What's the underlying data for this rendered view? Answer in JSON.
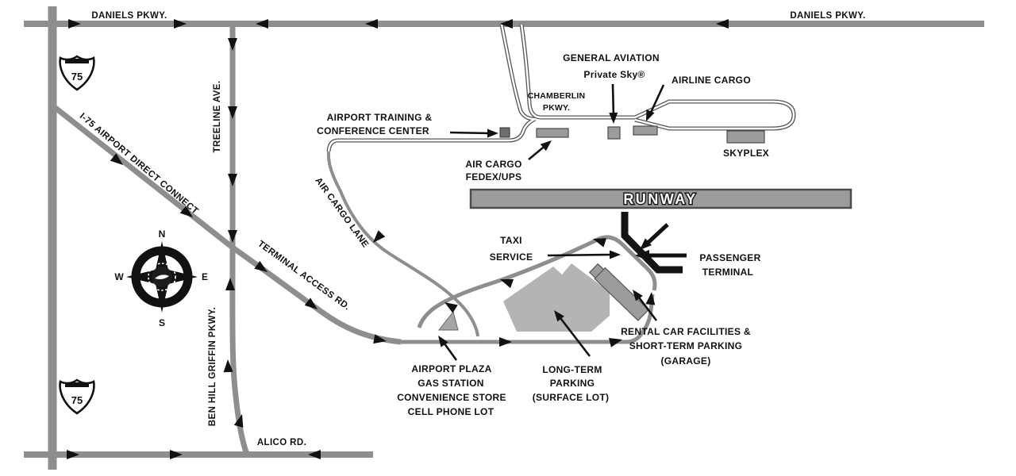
{
  "colors": {
    "road_gray": "#8e8e8e",
    "building_gray": "#b4b4b4",
    "garage_gray": "#9c9c9c",
    "runway_gray": "#9c9c9c",
    "ink": "#111111",
    "background": "#ffffff"
  },
  "roads": {
    "daniels_left": "DANIELS PKWY.",
    "daniels_right": "DANIELS PKWY.",
    "treeline": "TREELINE AVE.",
    "ben_hill_griffin": "BEN HILL GRIFFIN PKWY.",
    "alico": "ALICO RD.",
    "direct_connect": "I-75 AIRPORT DIRECT CONNECT",
    "terminal_access": "TERMINAL ACCESS RD.",
    "air_cargo_lane": "AIR CARGO LANE",
    "chamberlin_line1": "CHAMBERLIN",
    "chamberlin_line2": "PKWY."
  },
  "shield": {
    "number": "75"
  },
  "compass": {
    "north": "N",
    "east": "E",
    "south": "S",
    "west": "W"
  },
  "airport": {
    "runway": "RUNWAY",
    "skyplex": "SKYPLEX",
    "general_aviation_line1": "GENERAL AVIATION",
    "general_aviation_line2": "Private Sky®",
    "airline_cargo": "AIRLINE CARGO",
    "training_line1": "AIRPORT TRAINING &",
    "training_line2": "CONFERENCE CENTER",
    "air_cargo_line1": "AIR CARGO",
    "air_cargo_line2": "FEDEX/UPS",
    "taxi_line1": "TAXI",
    "taxi_line2": "SERVICE",
    "passenger_line1": "PASSENGER",
    "passenger_line2": "TERMINAL",
    "rental_line1": "RENTAL CAR FACILITIES &",
    "rental_line2": "SHORT-TERM PARKING",
    "rental_line3": "(GARAGE)",
    "longterm_line1": "LONG-TERM",
    "longterm_line2": "PARKING",
    "longterm_line3": "(SURFACE LOT)",
    "plaza_line1": "AIRPORT PLAZA",
    "plaza_line2": "GAS STATION",
    "plaza_line3": "CONVENIENCE STORE",
    "plaza_line4": "CELL PHONE LOT"
  }
}
